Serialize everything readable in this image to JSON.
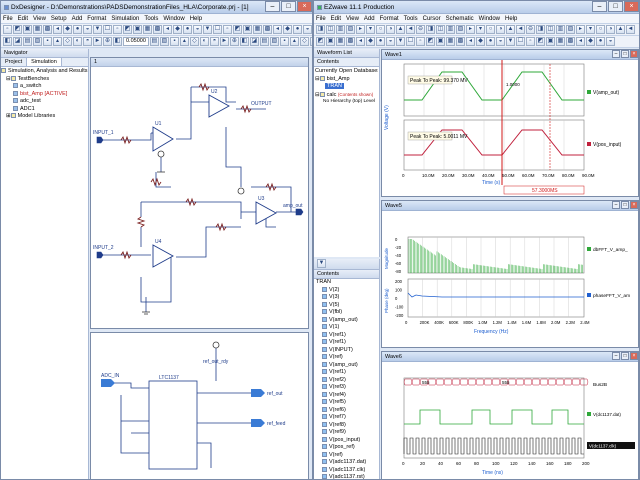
{
  "dx": {
    "title": "DxDesigner - D:\\Demonstrations\\PADSDemonstrationFiles_HLA\\Corporate.prj - [1]",
    "menu": [
      "File",
      "Edit",
      "View",
      "Setup",
      "Add",
      "Format",
      "Simulation",
      "Tools",
      "Window",
      "Help"
    ],
    "toolbar_value": "0.05000",
    "navigator": {
      "title": "Navigator",
      "tabs": [
        "Project",
        "Simulation"
      ],
      "heading": "Simulation, Analysis and Results",
      "items": [
        "TestBenches",
        "a_switch",
        "bist_Amp  [ACTIVE]",
        "adc_test",
        "ADC1",
        "Model Libraries"
      ]
    },
    "schematic_tab": "1",
    "opamp_labels": [
      "INPUT_1",
      "INPUT_2",
      "OUTPUT",
      "amp_out",
      "U1",
      "U2",
      "U3",
      "U4"
    ],
    "adc": {
      "part": "LTC1137",
      "nets": [
        "ref_out",
        "ref_feed",
        "ADC_IN",
        "ref_out_rdy"
      ]
    }
  },
  "ez": {
    "title": "EZwave 11.1 Production",
    "menu": [
      "File",
      "Edit",
      "View",
      "Add",
      "Format",
      "Tools",
      "Cursor",
      "Schematic",
      "Window",
      "Help"
    ],
    "waveform_list": {
      "title": "Waveform List",
      "tab": "Contents",
      "heading": "Currently Open Databases",
      "db1": "bist_Amp",
      "db1_child": "TRAN",
      "db2": "calc",
      "db2_note": "(Contents shown)",
      "db2_child": "No Hierarchy (top) Level"
    },
    "contents": {
      "title": "Contents",
      "node": "TRAN",
      "signals": [
        "V(2)",
        "V(3)",
        "V(5)",
        "V(fbl)",
        "V(amp_out)",
        "V(1)",
        "V(ref1)",
        "V(ref1)",
        "V(INPUT)",
        "V(ref)",
        "V(amp_out)",
        "V(ref1)",
        "V(ref2)",
        "V(ref3)",
        "V(ref4)",
        "V(ref5)",
        "V(ref6)",
        "V(ref7)",
        "V(ref8)",
        "V(ref9)",
        "V(pos_input)",
        "V(pos_ref)",
        "V(ref)",
        "V(adc1137.dat)",
        "V(adc1137.clk)",
        "V(adc1137.rst)"
      ]
    },
    "wave1": {
      "title": "Wave1",
      "peak1": "Peak To Peak: 99.370 MV",
      "peak2": "Peak To Peak: 5.0011 MV",
      "ylabel": "Voltage (V)",
      "xlabel": "Time (s)",
      "xticks": [
        "0",
        "10.0M",
        "20.0M",
        "30.0M",
        "40.0M",
        "50.0M",
        "60.0M",
        "70.0M",
        "80.0M",
        "90.0M"
      ],
      "legend": [
        "V(amp_out)",
        "V(pos_input)"
      ],
      "cursor_readout": "57.3000MS",
      "delta": "1.0000"
    },
    "wave5": {
      "title": "Wave5",
      "ylabel1": "Magnitude",
      "ylabel2": "Phase (deg)",
      "xlabel": "Frequency (Hz)",
      "xticks": [
        "0",
        "200K",
        "400K",
        "600K",
        "800K",
        "1.0M",
        "1.2M",
        "1.4M",
        "1.6M",
        "1.8M",
        "2.0M",
        "2.2M",
        "2.4M"
      ],
      "legend": [
        "dbFFT_V_amp_",
        "phaseFFT_V_am"
      ],
      "yticks1": [
        "0",
        "-20",
        "-40",
        "-60",
        "-80"
      ],
      "yticks2": [
        "200",
        "100",
        "0",
        "-100",
        "-200"
      ]
    },
    "wave6": {
      "title": "Wave6",
      "xlabel": "Time (ns)",
      "xticks": [
        "0",
        "20",
        "40",
        "60",
        "80",
        "100",
        "120",
        "140",
        "160",
        "180",
        "200"
      ],
      "legend": [
        "Bus2B",
        "V(dc1137.dat)",
        "V(dc1137.clk)"
      ],
      "bus_value": "555"
    }
  },
  "colors": {
    "wave_green": "#2fa83a",
    "wave_red": "#c0203c",
    "wave_blue": "#2060d0",
    "cursor": "#d01818"
  }
}
